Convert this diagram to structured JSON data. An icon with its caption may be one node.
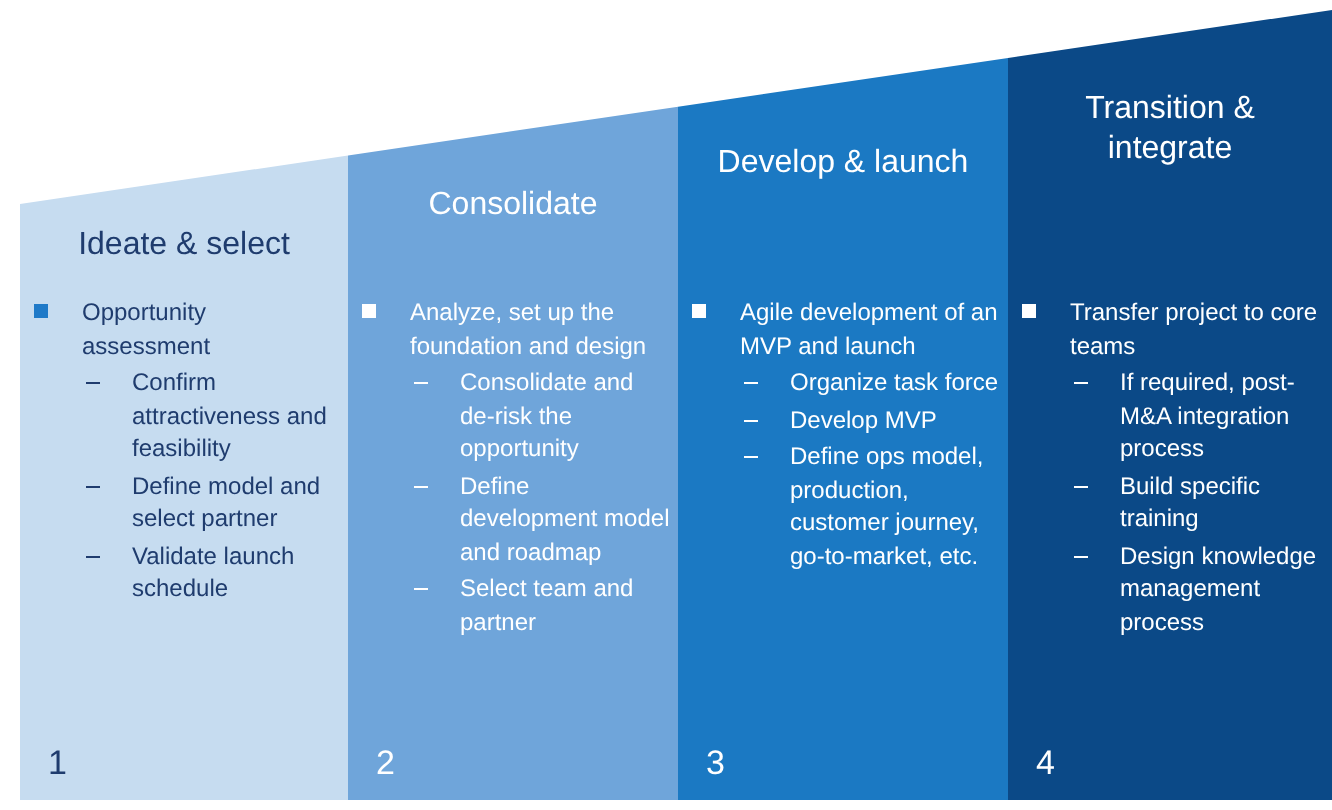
{
  "diagram": {
    "nodes": [
      {
        "text": [
          "Ideate & select",
          "Opportunity assessment",
          "Confirm attractiveness and feasibility",
          "Define model and select partner",
          "Validate launch schedule",
          "1"
        ]
      },
      {
        "text": [
          "Consolidate",
          "Analyze, set up the foundation and design",
          "Consolidate and de-risk the opportunity",
          "Define development model and roadmap",
          "Select team and partner",
          "2"
        ]
      },
      {
        "text": [
          "Develop & launch",
          "Agile development of an MVP and launch",
          "Organize task force",
          "Develop MVP",
          "Define ops model, production, customer journey, go-to-market, etc.",
          "3"
        ]
      },
      {
        "text": [
          "Transition & integrate",
          "Transfer project to core teams",
          "If required, post-M&A integration process",
          "Build specific training",
          "Design knowledge management process",
          "4"
        ]
      }
    ]
  }
}
